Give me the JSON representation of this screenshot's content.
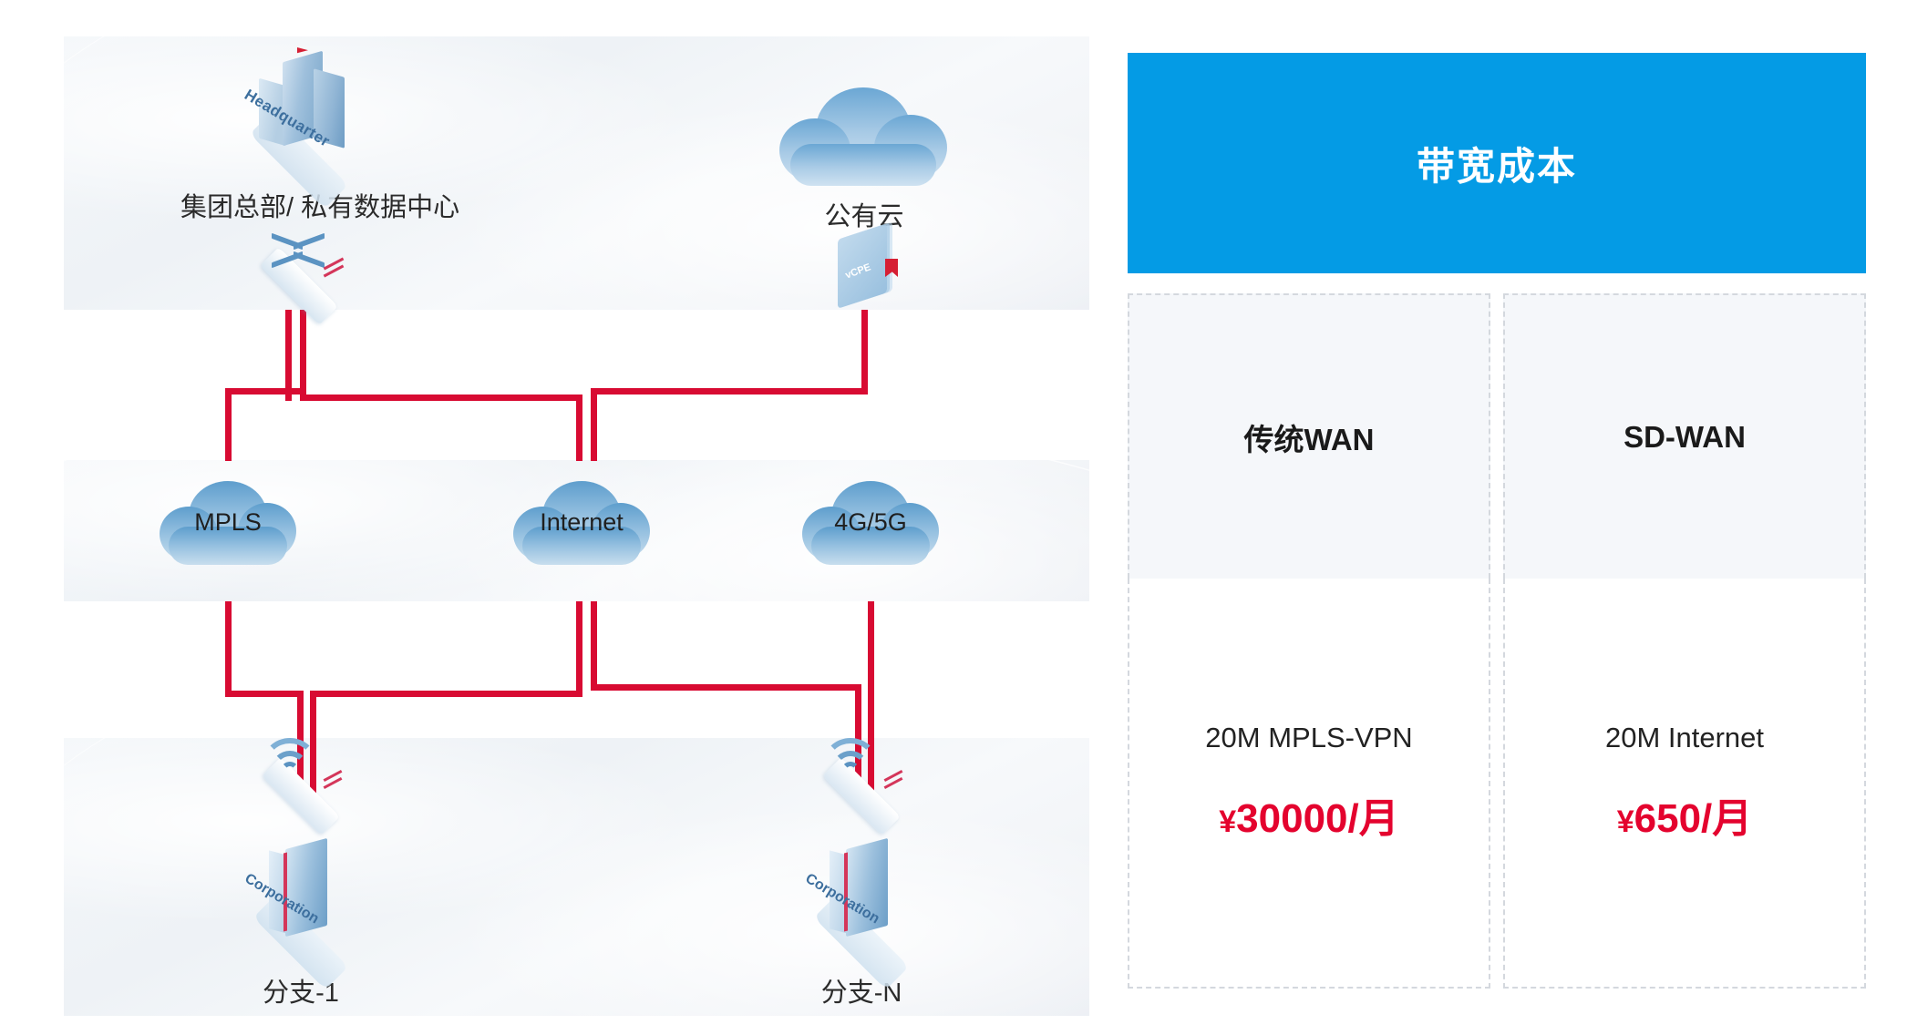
{
  "diagram": {
    "title": "SD-WAN network topology",
    "tiers": {
      "top": {
        "nodes": [
          {
            "id": "headquarters",
            "label": "集团总部/ 私有数据中心",
            "icon_top": "headquarter-building-icon",
            "icon_top_text": "Headquarter",
            "icon_bottom": "router-gateway-icon"
          },
          {
            "id": "public-cloud",
            "label": "公有云",
            "icon_top": "cloud-icon",
            "icon_bottom": "vcpe-device-icon",
            "icon_bottom_text": "vCPE"
          }
        ]
      },
      "middle": {
        "nodes": [
          {
            "id": "mpls",
            "label": "MPLS",
            "icon": "network-cloud-icon"
          },
          {
            "id": "internet",
            "label": "Internet",
            "icon": "network-cloud-icon"
          },
          {
            "id": "mobile",
            "label": "4G/5G",
            "icon": "network-cloud-icon"
          }
        ]
      },
      "bottom": {
        "nodes": [
          {
            "id": "branch-1",
            "label": "分支-1",
            "icon_top": "cpe-wifi-device-icon",
            "icon_bottom": "corporation-building-icon",
            "icon_bottom_text": "Corporation"
          },
          {
            "id": "branch-n",
            "label": "分支-N",
            "icon_top": "cpe-wifi-device-icon",
            "icon_bottom": "corporation-building-icon",
            "icon_bottom_text": "Corporation"
          }
        ]
      }
    },
    "link_color": "#D80B32"
  },
  "card": {
    "header": {
      "title": "带宽成本",
      "bg_color": "#049BE5",
      "text_color": "#FFFFFF"
    },
    "columns": [
      {
        "id": "traditional-wan",
        "header": "传统WAN",
        "plan": "20M MPLS-VPN",
        "price_currency": "¥",
        "price_value": "30000/月",
        "price_color": "#E4032E"
      },
      {
        "id": "sd-wan",
        "header": "SD-WAN",
        "plan": "20M Internet",
        "price_currency": "¥",
        "price_value": "650/月",
        "price_color": "#E4032E"
      }
    ]
  }
}
